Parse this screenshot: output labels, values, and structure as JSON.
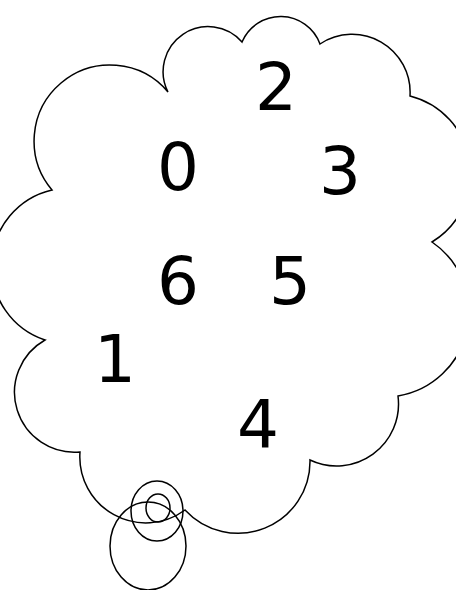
{
  "diagram": {
    "nodes": [
      {
        "text": [
          "2",
          "0",
          "3",
          "6",
          "5",
          "1",
          "4"
        ]
      }
    ]
  }
}
